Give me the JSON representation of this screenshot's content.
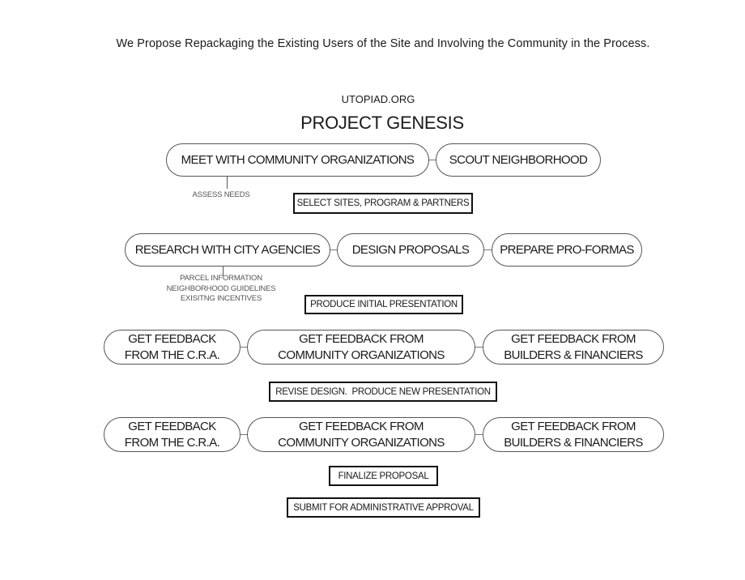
{
  "headline": "We Propose Repackaging the Existing Users of the Site and Involving the Community in the Process.",
  "org": "UTOPIAD.ORG",
  "title": "PROJECT GENESIS",
  "row1": {
    "steps": [
      "MEET WITH COMMUNITY ORGANIZATIONS",
      "SCOUT NEIGHBORHOOD"
    ],
    "note": "ASSESS NEEDS",
    "outcome": "SELECT SITES, PROGRAM & PARTNERS"
  },
  "row2": {
    "steps": [
      "RESEARCH WITH CITY AGENCIES",
      "DESIGN PROPOSALS",
      "PREPARE PRO-FORMAS"
    ],
    "notes": [
      "PARCEL INFORMATION",
      "NEIGHBORHOOD GUIDELINES",
      "EXISITNG INCENTIVES"
    ],
    "outcome": "PRODUCE INITIAL PRESENTATION"
  },
  "row3": {
    "steps": [
      {
        "line1": "GET FEEDBACK",
        "line2": "FROM THE C.R.A."
      },
      {
        "line1": "GET FEEDBACK FROM",
        "line2": "COMMUNITY ORGANIZATIONS"
      },
      {
        "line1": "GET FEEDBACK FROM",
        "line2": "BUILDERS & FINANCIERS"
      }
    ],
    "outcome": "REVISE DESIGN.  PRODUCE NEW PRESENTATION"
  },
  "row4": {
    "steps": [
      {
        "line1": "GET FEEDBACK",
        "line2": "FROM THE C.R.A."
      },
      {
        "line1": "GET FEEDBACK FROM",
        "line2": "COMMUNITY ORGANIZATIONS"
      },
      {
        "line1": "GET FEEDBACK FROM",
        "line2": "BUILDERS & FINANCIERS"
      }
    ],
    "outcome": "FINALIZE PROPOSAL"
  },
  "final": "SUBMIT FOR ADMINISTRATIVE APPROVAL"
}
